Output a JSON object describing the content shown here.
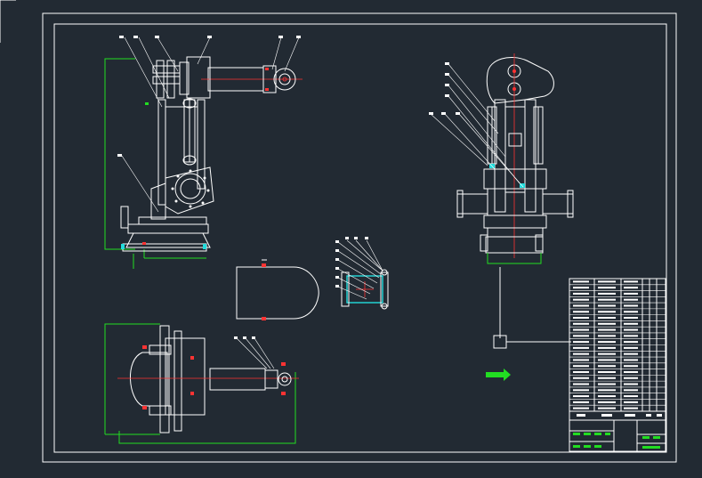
{
  "drawing": {
    "background": "#222a33",
    "line_color": "#ffffff",
    "accent_colors": {
      "green": "#22dd22",
      "red": "#ff3333",
      "cyan": "#22dddd"
    }
  },
  "views": [
    {
      "name": "side-elevation-view"
    },
    {
      "name": "front-elevation-view"
    },
    {
      "name": "top-plan-view"
    },
    {
      "name": "base-flange-section"
    },
    {
      "name": "joint-detail-view"
    }
  ],
  "title_block": {
    "parts_list_rows": 22,
    "parts_list_columns": 6
  }
}
